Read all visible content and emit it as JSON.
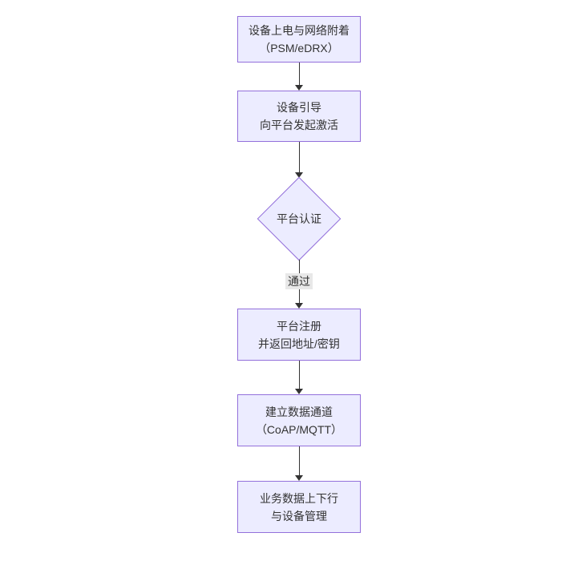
{
  "diagram": {
    "type": "flowchart",
    "direction": "top-down",
    "nodes": [
      {
        "id": "A",
        "shape": "rect",
        "line1": "设备上电与网络附着",
        "line2": "（PSM/eDRX）"
      },
      {
        "id": "B",
        "shape": "rect",
        "line1": "设备引导",
        "line2": "向平台发起激活"
      },
      {
        "id": "C",
        "shape": "diamond",
        "label": "平台认证"
      },
      {
        "id": "D",
        "shape": "rect",
        "line1": "平台注册",
        "line2": "并返回地址/密钥"
      },
      {
        "id": "E",
        "shape": "rect",
        "line1": "建立数据通道",
        "line2": "（CoAP/MQTT）"
      },
      {
        "id": "F",
        "shape": "rect",
        "line1": "业务数据上下行",
        "line2": "与设备管理"
      }
    ],
    "edges": [
      {
        "from": "A",
        "to": "B",
        "label": ""
      },
      {
        "from": "B",
        "to": "C",
        "label": ""
      },
      {
        "from": "C",
        "to": "D",
        "label": "通过"
      },
      {
        "from": "D",
        "to": "E",
        "label": ""
      },
      {
        "from": "E",
        "to": "F",
        "label": ""
      }
    ]
  },
  "colors": {
    "node_fill": "#ECECFF",
    "node_border": "#9370DB",
    "edge_line": "#333333",
    "edge_label_bg": "#e8e8e8",
    "text": "#333333",
    "background": "#ffffff"
  }
}
